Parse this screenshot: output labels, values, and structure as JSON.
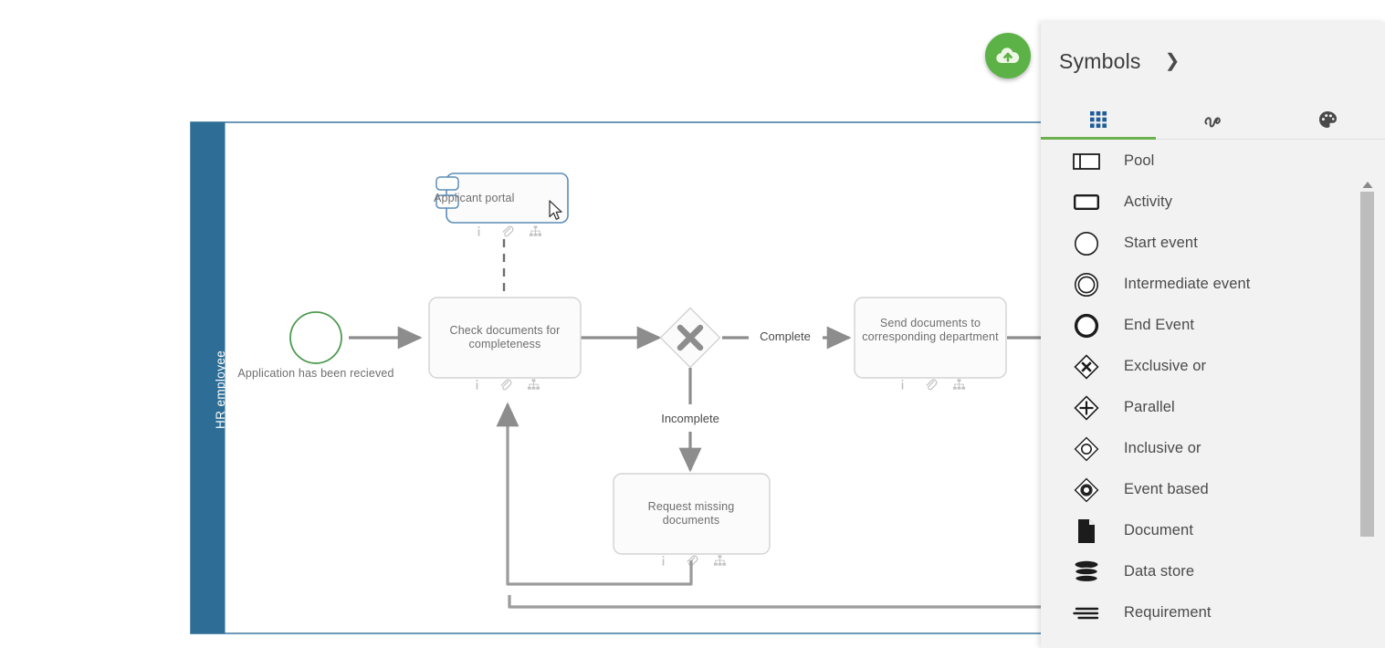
{
  "app": {
    "cloud_button": {
      "name": "cloud-upload",
      "color": "#5cb247",
      "label": ""
    }
  },
  "canvas": {
    "pool": {
      "lane_label": "HR employee",
      "lane_header_color": "#2e6e96",
      "border_color": "#4a7fa5"
    },
    "nodes": [
      {
        "id": "applicant-portal",
        "label": "Applicant portal",
        "type": "system",
        "selected": true,
        "border_color": "#5b8db8"
      },
      {
        "id": "start-event",
        "label": "Application has been recieved",
        "type": "start-event",
        "color": "#4e9a51"
      },
      {
        "id": "check-documents",
        "label": "Check documents for completeness",
        "type": "activity"
      },
      {
        "id": "exclusive-gateway",
        "label": "",
        "type": "exclusive-or"
      },
      {
        "id": "send-documents",
        "label": "Send documents to corresponding department",
        "type": "activity"
      },
      {
        "id": "request-missing",
        "label": "Request missing documents",
        "type": "activity"
      }
    ],
    "edge_labels": [
      {
        "id": "complete",
        "text": "Complete"
      },
      {
        "id": "incomplete",
        "text": "Incomplete"
      }
    ],
    "node_toolbar_icons": [
      "info-icon",
      "attachment-icon",
      "hierarchy-icon"
    ]
  },
  "panel": {
    "title": "Symbols",
    "expand_icon": "chevron-right-icon",
    "accent_color": "#6ab04c",
    "tabs": [
      {
        "id": "symbols",
        "icon": "grid-icon",
        "active": true
      },
      {
        "id": "freehand",
        "icon": "scribble-icon",
        "active": false
      },
      {
        "id": "styles",
        "icon": "palette-icon",
        "active": false
      }
    ],
    "items": [
      {
        "label": "Pool",
        "icon": "pool-icon"
      },
      {
        "label": "Activity",
        "icon": "activity-icon"
      },
      {
        "label": "Start event",
        "icon": "start-event-icon"
      },
      {
        "label": "Intermediate event",
        "icon": "intermediate-event-icon"
      },
      {
        "label": "End Event",
        "icon": "end-event-icon"
      },
      {
        "label": "Exclusive or",
        "icon": "exclusive-or-icon"
      },
      {
        "label": "Parallel",
        "icon": "parallel-icon"
      },
      {
        "label": "Inclusive or",
        "icon": "inclusive-or-icon"
      },
      {
        "label": "Event based",
        "icon": "event-based-icon"
      },
      {
        "label": "Document",
        "icon": "document-icon"
      },
      {
        "label": "Data store",
        "icon": "data-store-icon"
      },
      {
        "label": "Requirement",
        "icon": "requirement-icon"
      }
    ]
  }
}
